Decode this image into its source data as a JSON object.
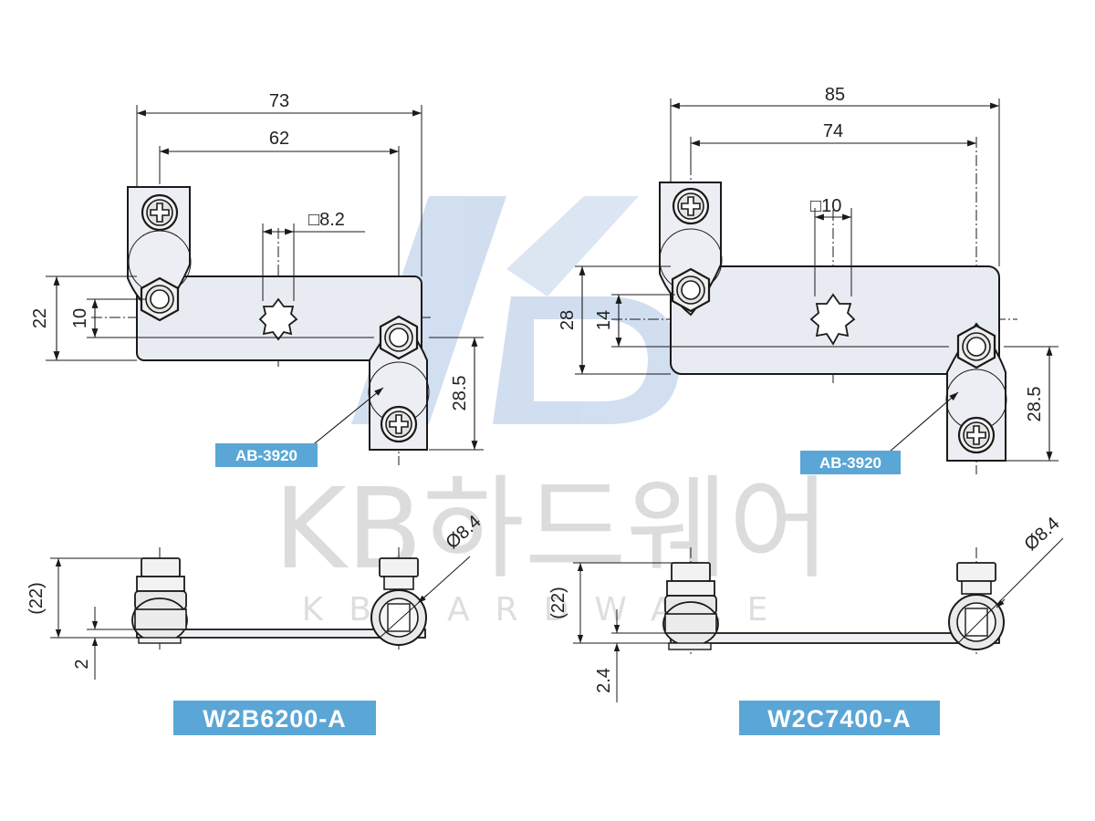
{
  "watermark": {
    "brand": "KB하드웨어",
    "tagline": "KBHARDWARE"
  },
  "left_drawing": {
    "model_label": "W2B6200-A",
    "part_callout": "AB-3920",
    "dims": {
      "overall_width": "73",
      "hole_pitch": "62",
      "square_hole": "□8.2",
      "plate_height": "22",
      "hole_offset": "10",
      "tab_length": "28.5",
      "bolt_diameter": "Ø8.4",
      "side_height": "(22)",
      "plate_thickness": "2"
    }
  },
  "right_drawing": {
    "model_label": "W2C7400-A",
    "part_callout": "AB-3920",
    "dims": {
      "overall_width": "85",
      "hole_pitch": "74",
      "square_hole": "□10",
      "plate_height": "28",
      "hole_offset": "14",
      "tab_length": "28.5",
      "bolt_diameter": "Ø8.4",
      "side_height": "(22)",
      "plate_thickness": "2.4"
    }
  },
  "colors": {
    "plate_fill": "#e8ebf1",
    "line": "#1a1a1a",
    "label_bg": "#5aa6d6",
    "watermark_blue": "#c9d9ee",
    "watermark_gray": "#dcdcdc"
  }
}
